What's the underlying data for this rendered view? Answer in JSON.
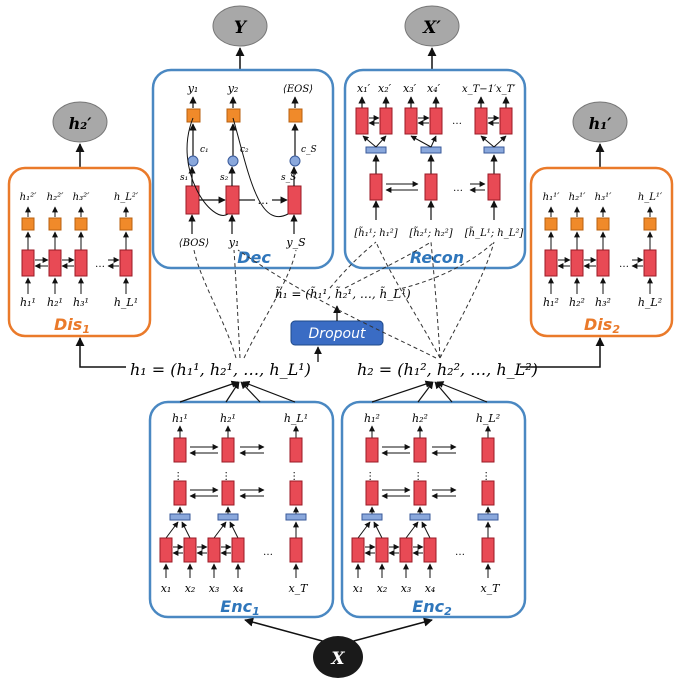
{
  "colors": {
    "box_blue": "#4a88c2",
    "box_orange": "#ea7a2a",
    "rnn_red": "#e84a55",
    "out_orange": "#f08a2a",
    "agg_blue": "#8aa8dc",
    "node_gray": "#a8a8a8",
    "node_dark": "#1a1a1a",
    "dec_blue": "#2f76bb",
    "dis_orange": "#ea7a2a",
    "dropout_fill": "#3a6cc4"
  },
  "outputs": {
    "y_label": "Y",
    "xprime_label": "X′",
    "h2prime_label": "h₂′",
    "h1prime_label": "h₁′",
    "x_input_label": "X"
  },
  "modules": {
    "dec": "Dec",
    "recon": "Recon",
    "dis1_base": "Dis",
    "dis1_sub": "1",
    "dis2_base": "Dis",
    "dis2_sub": "2",
    "enc1_base": "Enc",
    "enc1_sub": "1",
    "enc2_base": "Enc",
    "enc2_sub": "2",
    "dropout": "Dropout"
  },
  "equations": {
    "h1": "h₁ = (h₁¹, h₂¹, …, h_L¹)",
    "h2": "h₂ = (h₁², h₂², …, h_L²)",
    "h1_tilde": "h̃₁ = (h̃₁¹, h̃₂¹, …, h̃_L¹)"
  },
  "dec": {
    "y_labels": [
      "y₁",
      "y₂",
      "⟨EOS⟩"
    ],
    "c_labels": [
      "c₁",
      "c₂",
      "c_S"
    ],
    "s_labels": [
      "s₁",
      "s₂",
      "s_S"
    ],
    "in_labels": [
      "⟨BOS⟩",
      "y₁",
      "y_S"
    ],
    "dots": "…"
  },
  "recon": {
    "x_labels": [
      "x₁′",
      "x₂′",
      "x₃′",
      "x₄′",
      "x_T−1′",
      "x_T′"
    ],
    "in_labels": [
      "[h̃₁¹; h₁²]",
      "[h̃₂¹; h₂²]",
      "[h̃_L¹; h_L²]"
    ],
    "dots": "…"
  },
  "dis1": {
    "out_labels": [
      "h₁²′",
      "h₂²′",
      "h₃²′",
      "h_L²′"
    ],
    "in_labels": [
      "h₁¹",
      "h₂¹",
      "h₃¹",
      "h_L¹"
    ],
    "dots": "…"
  },
  "dis2": {
    "out_labels": [
      "h₁¹′",
      "h₂¹′",
      "h₃¹′",
      "h_L¹′"
    ],
    "in_labels": [
      "h₁²",
      "h₂²",
      "h₃²",
      "h_L²"
    ],
    "dots": "…"
  },
  "enc1": {
    "top_labels": [
      "h₁¹",
      "h₂¹",
      "h_L¹"
    ],
    "x_labels": [
      "x₁",
      "x₂",
      "x₃",
      "x₄",
      "x_T"
    ],
    "dots": "…"
  },
  "enc2": {
    "top_labels": [
      "h₁²",
      "h₂²",
      "h_L²"
    ],
    "x_labels": [
      "x₁",
      "x₂",
      "x₃",
      "x₄",
      "x_T"
    ],
    "dots": "…"
  }
}
